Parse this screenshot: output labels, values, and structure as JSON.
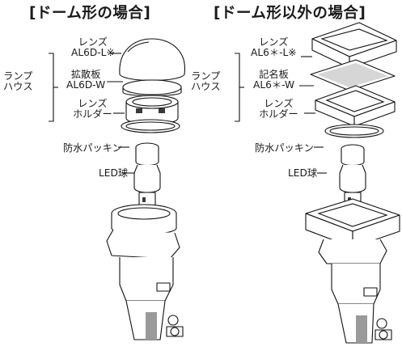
{
  "left": {
    "title": "[ドーム形の場合]",
    "lens": [
      "レンズ",
      "AL6D-L※"
    ],
    "diffuser": [
      "拡散板",
      "AL6D-W"
    ],
    "holder": [
      "レンズ",
      "ホルダー"
    ],
    "housing": [
      "ランプ",
      "ハウス"
    ],
    "gasket": "防水パッキン",
    "bulb": "LED球"
  },
  "right": {
    "title": "[ドーム形以外の場合]",
    "lens": [
      "レンズ",
      "AL6＊-L※"
    ],
    "nameplate": [
      "記名板",
      "AL6＊-W"
    ],
    "holder": [
      "レンズ",
      "ホルダー"
    ],
    "housing": [
      "ランプ",
      "ハウス"
    ],
    "gasket": "防水パッキン",
    "bulb": "LED球"
  }
}
